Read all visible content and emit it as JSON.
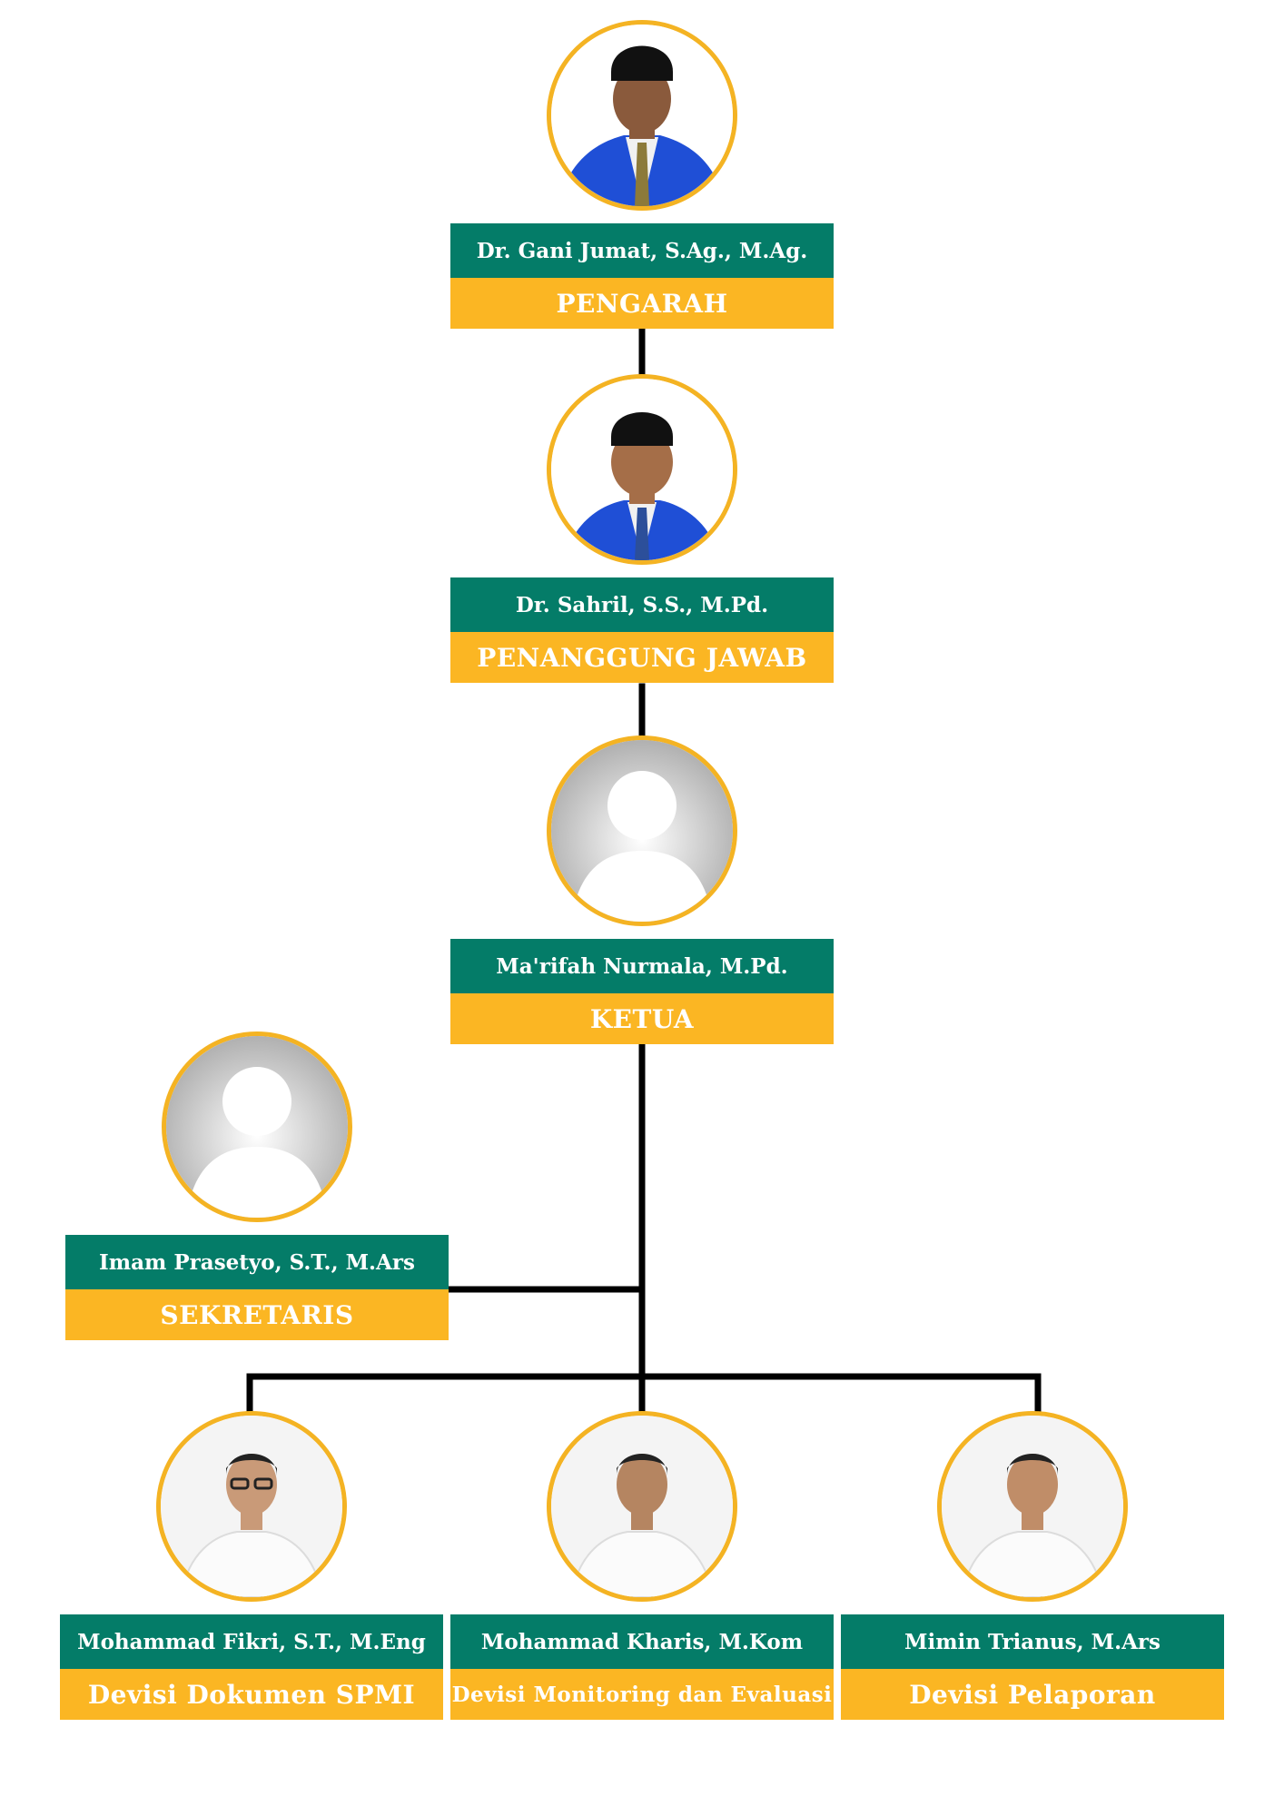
{
  "colors": {
    "name_bar": "#047c68",
    "role_bar": "#fbb623",
    "avatar_ring": "#f4b323",
    "connector": "#000000"
  },
  "members": {
    "pengarah": {
      "name": "Dr. Gani Jumat, S.Ag., M.Ag.",
      "role": "PENGARAH",
      "photo": "portrait-photo"
    },
    "penanggung": {
      "name": "Dr. Sahril, S.S., M.Pd.",
      "role": "PENANGGUNG JAWAB",
      "photo": "portrait-photo"
    },
    "ketua": {
      "name": "Ma'rifah Nurmala, M.Pd.",
      "role": "KETUA",
      "photo": "default-avatar-icon"
    },
    "sekretaris": {
      "name": "Imam Prasetyo, S.T., M.Ars",
      "role": "SEKRETARIS",
      "photo": "default-avatar-icon"
    },
    "dokumen": {
      "name": "Mohammad Fikri, S.T., M.Eng",
      "role": "Devisi Dokumen SPMI",
      "photo": "portrait-photo"
    },
    "monev": {
      "name": "Mohammad Kharis, M.Kom",
      "role": "Devisi Monitoring dan Evaluasi",
      "photo": "portrait-photo"
    },
    "pelaporan": {
      "name": "Mimin Trianus, M.Ars",
      "role": "Devisi Pelaporan",
      "photo": "portrait-photo"
    }
  }
}
